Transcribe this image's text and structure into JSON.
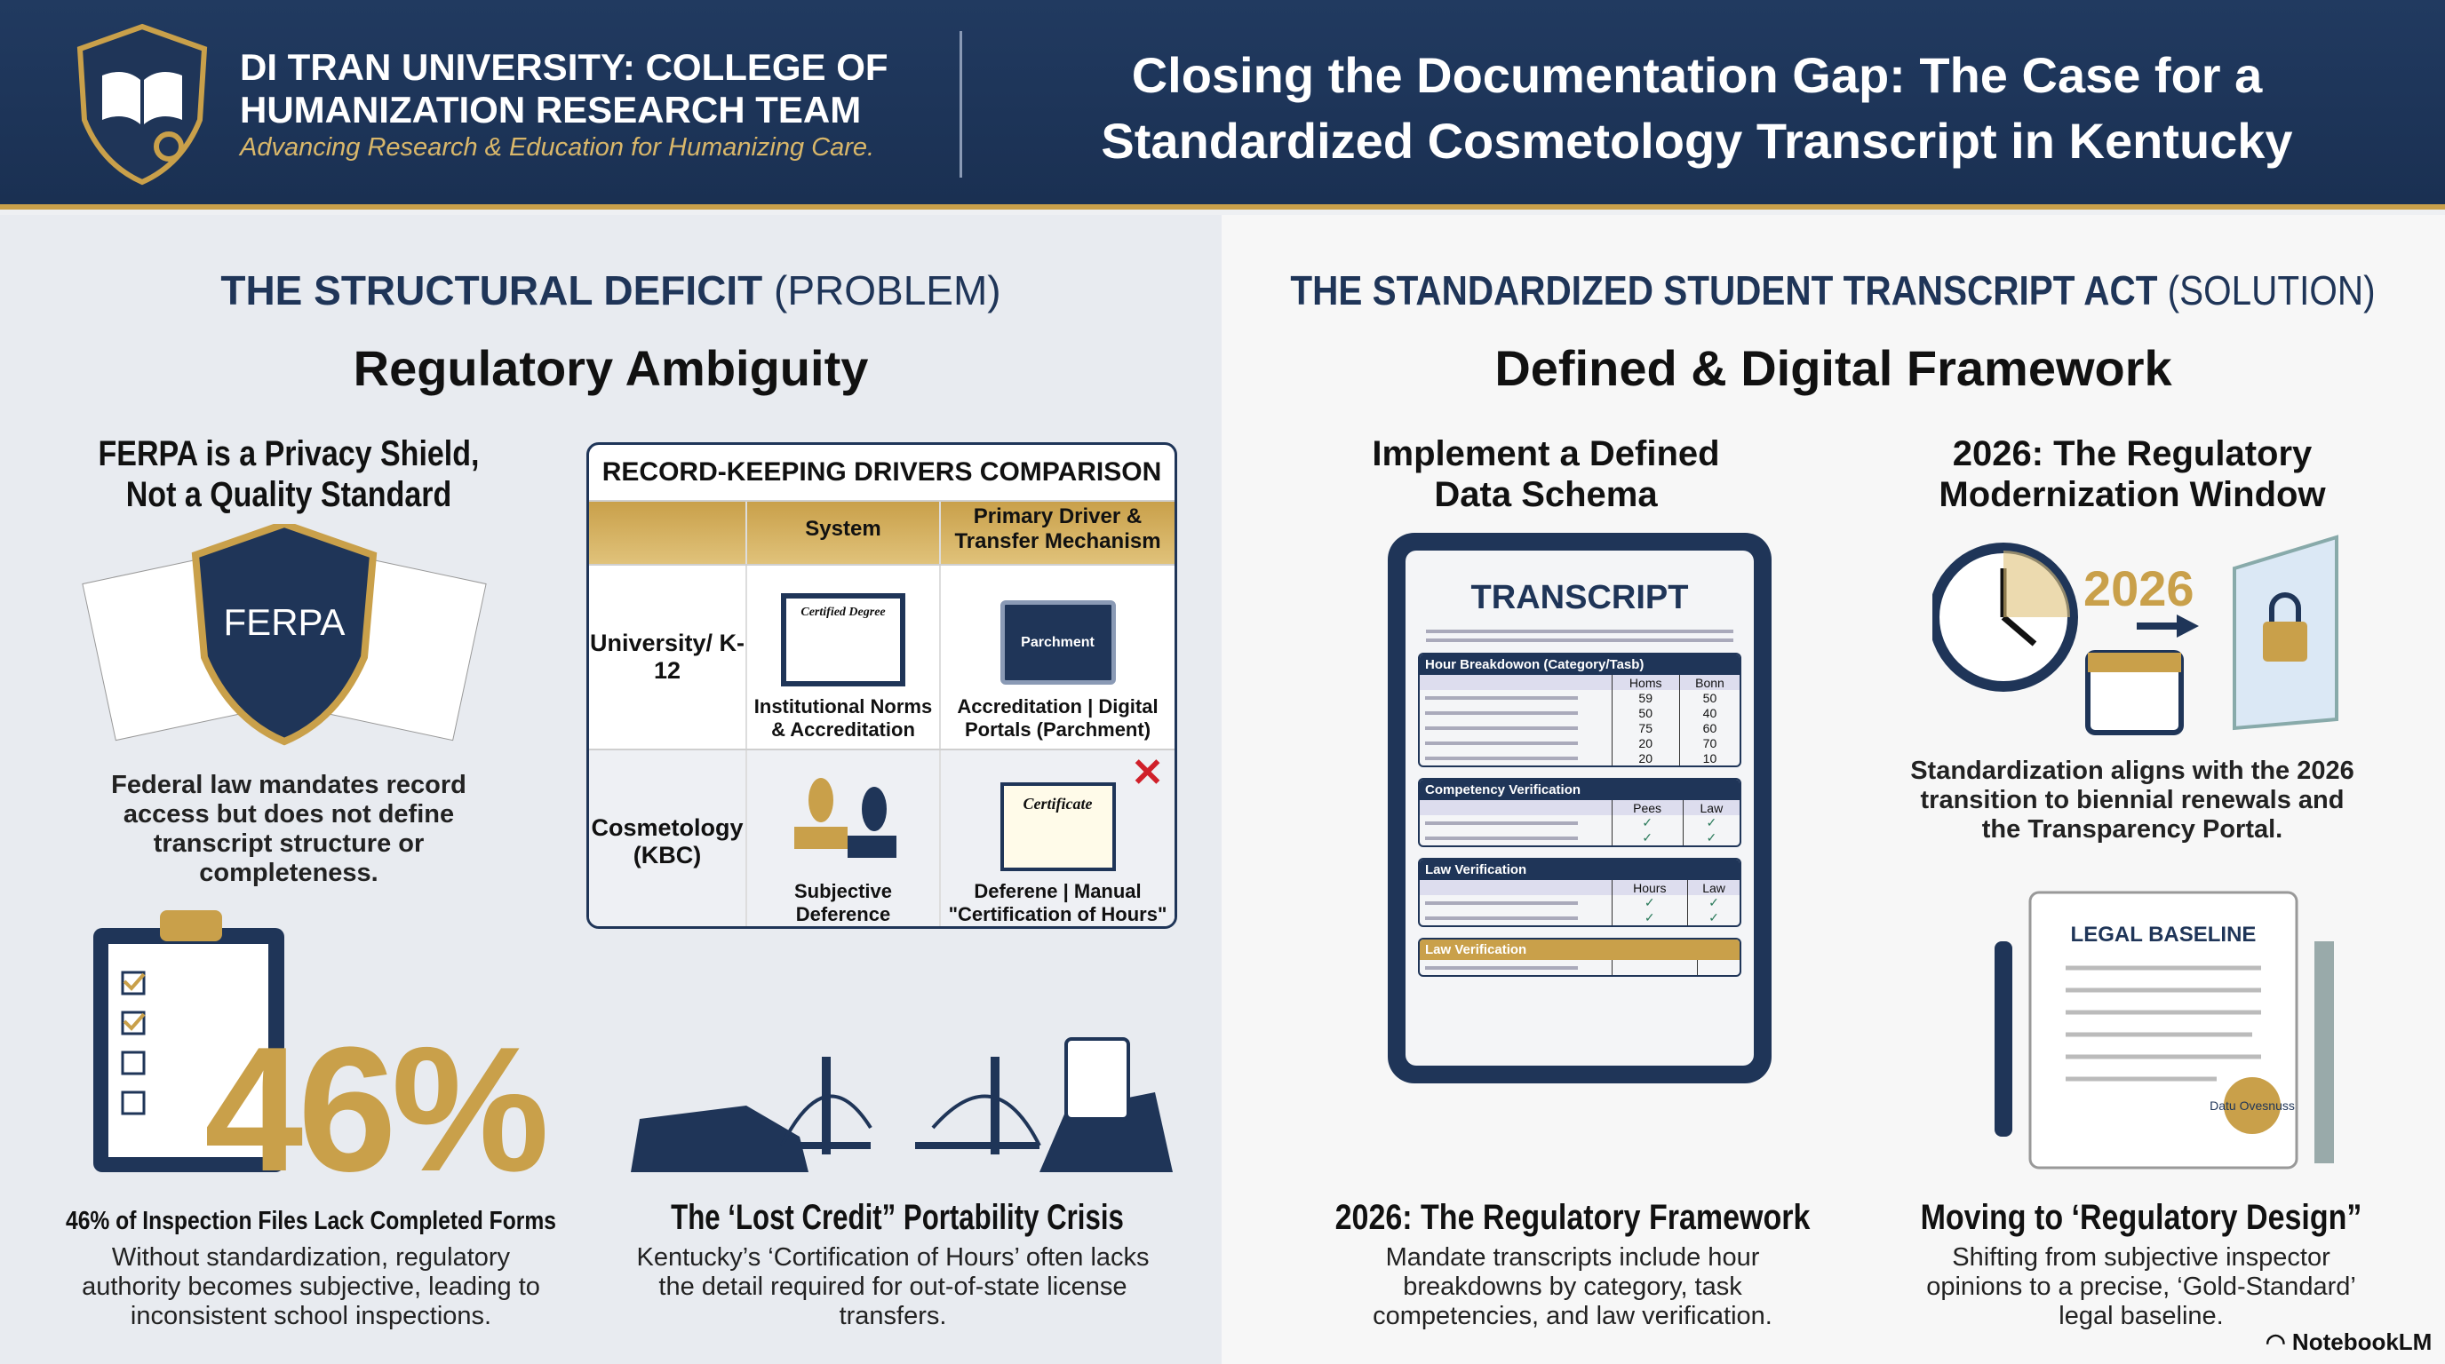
{
  "header": {
    "org_line1": "DI TRAN UNIVERSITY: COLLEGE OF",
    "org_line2": "HUMANIZATION RESEARCH TEAM",
    "tagline": "Advancing Research & Education for Humanizing Care.",
    "title_line1": "Closing the Documentation Gap: The Case for a",
    "title_line2": "Standardized Cosmetology Transcript in Kentucky"
  },
  "problem": {
    "section": "THE STRUCTURAL DEFICIT",
    "section_tag": "(PROBLEM)",
    "subtitle": "Regulatory Ambiguity",
    "ferpa": {
      "title_line1": "FERPA is a Privacy Shield,",
      "title_line2": "Not a Quality Standard",
      "shield_label": "FERPA",
      "body": "Federal law mandates record access but does not define transcript structure or completeness."
    },
    "table": {
      "title": "RECORD-KEEPING DRIVERS COMPARISON",
      "headers": [
        "",
        "System",
        "Primary Driver & Transfer Mechanism"
      ],
      "rows": [
        {
          "label": "University/ K-12",
          "system": "Institutional Norms & Accreditation",
          "driver": "Accreditation | Digital Portals (Parchment)",
          "img1": "Certified Degree",
          "img2": "Parchment"
        },
        {
          "label": "Cosmetology (KBC)",
          "system": "Subjective Deference",
          "driver": "Deferene | Manual \"Certification of Hours\"",
          "img2": "Certificate"
        }
      ]
    },
    "stat": {
      "value": "46%",
      "caption": "46% of Inspection Files Lack Completed Forms",
      "body": "Without standardization, regulatory authority becomes subjective, leading to inconsistent school inspections."
    },
    "portability": {
      "title": "The ‘Lost Credit” Portability Crisis",
      "body": "Kentucky’s ‘Cortification of Hours’ often lacks the detail required for out-of-state license transfers."
    }
  },
  "solution": {
    "section": "THE STANDARDIZED STUDENT TRANSCRIPT ACT",
    "section_tag": "(SOLUTION)",
    "subtitle": "Defined & Digital Framework",
    "schema": {
      "title_line1": "Implement a Defined",
      "title_line2": "Data Schema"
    },
    "transcript": {
      "title": "TRANSCRIPT",
      "hours": {
        "title": "Hour Breakdowon (Category/Tasb)",
        "cols": [
          "Homs",
          "Bonn"
        ],
        "rows": [
          [
            "59",
            "50"
          ],
          [
            "50",
            "40"
          ],
          [
            "75",
            "60"
          ],
          [
            "20",
            "70"
          ],
          [
            "20",
            "10"
          ]
        ]
      },
      "competency": {
        "title": "Competency Verification",
        "cols": [
          "Pees",
          "Law"
        ]
      },
      "law": {
        "title": "Law Verification",
        "cols": [
          "Hours",
          "Law"
        ]
      },
      "law2": {
        "title": "Law Verification"
      },
      "check": "✓"
    },
    "window": {
      "title_line1": "2026: The Regulatory",
      "title_line2": "Modernization Window",
      "year": "2026",
      "body": "Standardization aligns with the 2026 transition to biennial renewals and the Transparency Portal."
    },
    "baseline": {
      "label": "LEGAL BASELINE",
      "seal": "Datu Ovesnuss"
    },
    "framework": {
      "title": "2026: The Regulatory Framework",
      "body": "Mandate transcripts include hour breakdowns by category, task competencies, and law verification."
    },
    "design": {
      "title": "Moving to ‘Regulatory Design”",
      "body": "Shifting from subjective inspector opinions to a precise, ‘Gold-Standard’ legal baseline."
    }
  },
  "footer": {
    "brand": "NotebookLM"
  }
}
